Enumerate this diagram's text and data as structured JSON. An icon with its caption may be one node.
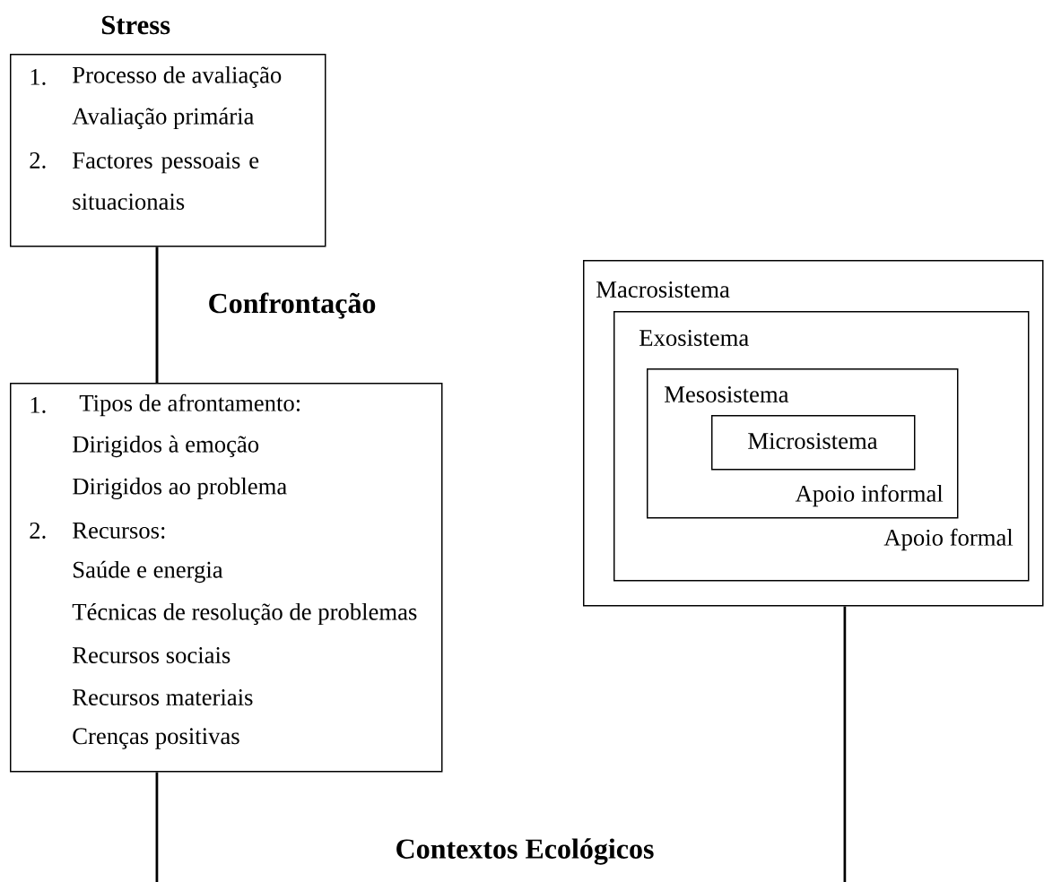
{
  "diagram": {
    "nodes": [
      {
        "text": [
          "Stress",
          "1.",
          "Processo de avaliação",
          "Avaliação primária",
          "2.",
          "Factores pessoais e situacionais"
        ]
      },
      {
        "text": [
          "1.",
          "Tipos de afrontamento:",
          "Dirigidos à emoção",
          "Dirigidos ao problema",
          "2.",
          "Recursos:",
          "Saúde e energia",
          "Técnicas de resolução de problemas",
          "Recursos sociais",
          "Recursos materiais",
          "Crenças positivas"
        ]
      },
      {
        "text": [
          "Macrosistema"
        ]
      },
      {
        "text": [
          "Exosistema",
          "Apoio formal"
        ],
        "in": 2
      },
      {
        "text": [
          "Mesosistema",
          "Apoio informal"
        ],
        "in": 3
      },
      {
        "text": [
          "Microsistema"
        ],
        "in": 4
      }
    ],
    "edges": [
      {
        "from": 0,
        "to": 1,
        "arrow": "none",
        "label": "Confrontação"
      },
      {
        "from": 1,
        "to": null,
        "arrow": "none"
      },
      {
        "from": 2,
        "to": null,
        "arrow": "none"
      }
    ],
    "labels": [
      "Contextos Ecológicos"
    ]
  }
}
